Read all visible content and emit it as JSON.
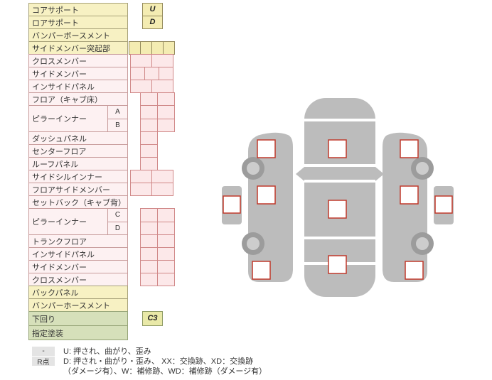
{
  "table": {
    "rows": [
      {
        "label": "コアサポート",
        "value": "U"
      },
      {
        "label": "ロアサポート",
        "value": "D"
      },
      {
        "label": "バンパーボースメント"
      },
      {
        "label": "サイドメンバー突起部"
      },
      {
        "label": "クロスメンバー"
      },
      {
        "label": "サイドメンバー"
      },
      {
        "label": "インサイドパネル"
      },
      {
        "label": "フロア（キャブ床）"
      },
      {
        "label": "ピラーインナー",
        "subs": [
          "A",
          "B"
        ]
      },
      {
        "label": "ダッシュパネル"
      },
      {
        "label": "センターフロア"
      },
      {
        "label": "ルーフパネル"
      },
      {
        "label": "サイドシルインナー"
      },
      {
        "label": "フロアサイドメンバー"
      },
      {
        "label": "セットバック（キャブ背）"
      },
      {
        "label": "ピラーインナー",
        "subs": [
          "C",
          "D"
        ]
      },
      {
        "label": "トランクフロア"
      },
      {
        "label": "インサイドパネル"
      },
      {
        "label": "サイドメンバー"
      },
      {
        "label": "クロスメンバー"
      },
      {
        "label": "バックパネル"
      },
      {
        "label": "バンパーホースメント"
      },
      {
        "label": "下回り",
        "value": "C3"
      },
      {
        "label": "指定塗装"
      }
    ]
  },
  "legend": {
    "row1_badge": "-",
    "row1_text": "U: 押され、曲がり、歪み",
    "row2_badge": "R点",
    "row2_text": "D: 押され・曲がり・歪み、 XX：交換跡、XD：交換跡",
    "row3_text": "（ダメージ有）、W：補修跡、WD：補修跡（ダメージ有）"
  },
  "colors": {
    "yellow_row": "#f7f1c3",
    "pink_row": "#fdf1f2",
    "green_row": "#d6e0ba",
    "cell_pink": "#fce8e9",
    "marker_border": "#c0392b",
    "car_body_gray": "#bcbcbc"
  }
}
